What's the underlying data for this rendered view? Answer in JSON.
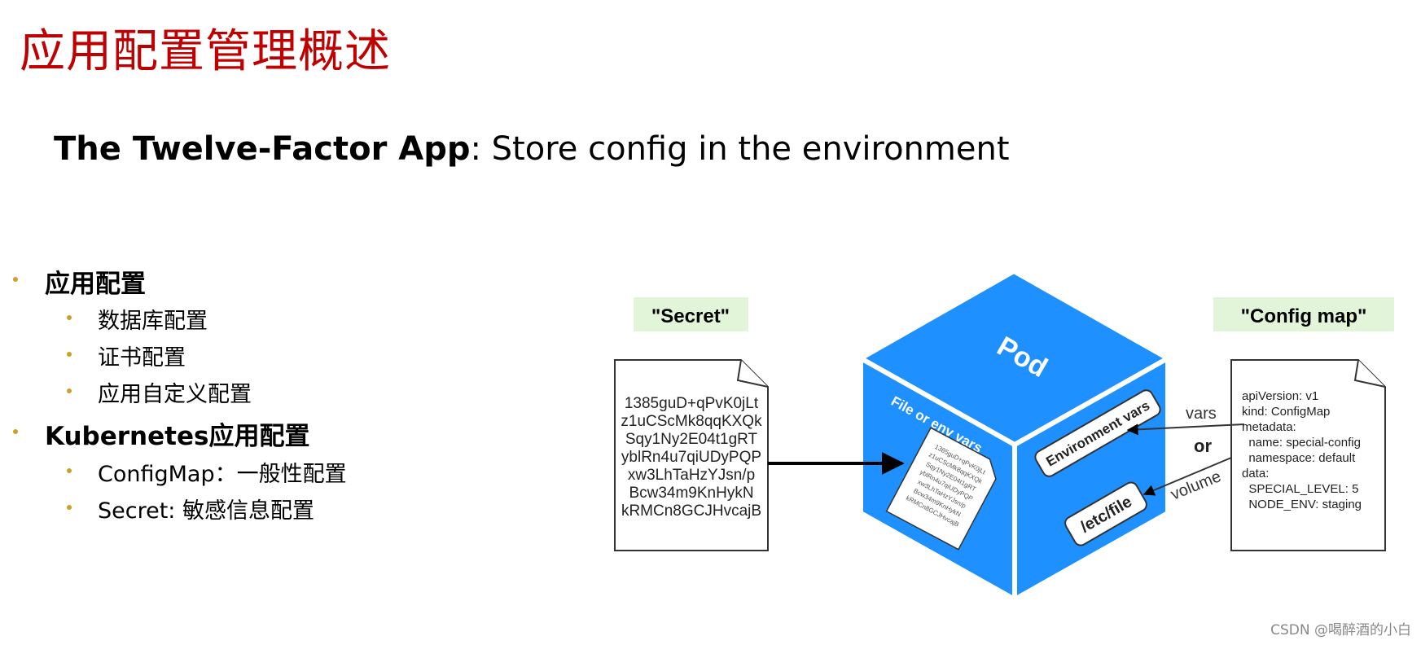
{
  "slide": {
    "title": "应用配置管理概述",
    "subtitle_bold": "The Twelve-Factor App",
    "subtitle_rest": ": Store config in the environment"
  },
  "bullets": [
    {
      "text": "应用配置",
      "level": 1,
      "children": [
        {
          "text": "数据库配置"
        },
        {
          "text": "证书配置"
        },
        {
          "text": "应用自定义配置"
        }
      ]
    },
    {
      "text": "Kubernetes应用配置",
      "level": 1,
      "children": [
        {
          "text": "ConfigMap：一般性配置"
        },
        {
          "text": "Secret: 敏感信息配置"
        }
      ]
    }
  ],
  "diagram": {
    "secret_label": "\"Secret\"",
    "configmap_label": "\"Config map\"",
    "secret_lines": [
      "1385guD+qPvK0jLt",
      "z1uCScMk8qqKXQk",
      "Sqy1Ny2E04t1gRT",
      "yblRn4u7qiUDyPQP",
      "xw3LhTaHzYJsn/p",
      "Bcw34m9KnHykN",
      "kRMCn8GCJHvcajB"
    ],
    "configmap_lines": [
      "apiVersion: v1",
      "kind: ConfigMap",
      "metadata:",
      "  name: special-config",
      "  namespace: default",
      "data:",
      "  SPECIAL_LEVEL: 5",
      "  NODE_ENV: staging"
    ],
    "pod_label": "Pod",
    "file_or_env_label": "File or env vars",
    "env_vars_label": "Environment vars",
    "etc_file_label": "/etc/file",
    "vars_label": "vars",
    "or_label": "or",
    "volume_label": "volume"
  },
  "colors": {
    "title_red": "#c00000",
    "bullet_gold": "#c9a227",
    "cube_blue": "#1e90ff",
    "label_green": "#e2f5d9"
  },
  "watermark": "CSDN @喝醉酒的小白"
}
